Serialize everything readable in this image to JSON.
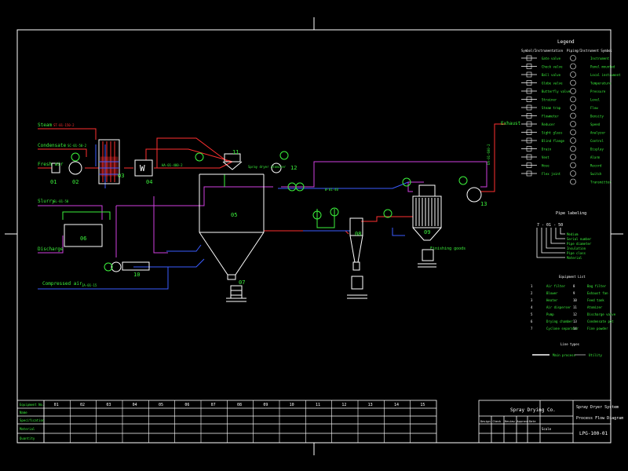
{
  "colors": {
    "background": "#000000",
    "frame": "#ffffff",
    "label_green": "#3cf23c",
    "steam_line": "#ff3030",
    "water_line": "#3a5cff",
    "process_line": "#d040e0",
    "air_line": "#ff3030",
    "equipment": "#ffffff"
  },
  "streams": {
    "steam": "Steam",
    "condensate": "Condensate",
    "fresh_air": "Fresh air",
    "slurry": "Slurry",
    "discharge": "Discharge",
    "compressed_air": "Compressed air",
    "exhaust": "Exhaust",
    "finished_goods": "Finishing goods",
    "steam_line_tag": "ST-01-150-2",
    "condensate_line_tag": "SC-01-50-2",
    "slurry_line_tag": "SL-01-50",
    "air_line_tag": "HA-01-400-2",
    "compressed_air_tag": "IA-01-15",
    "exhaust_line_tag": "EA-01-600-2",
    "water_line_tag": "W-01-40"
  },
  "equipment_tags": {
    "e01": "01",
    "e02": "02",
    "e03": "03",
    "e04": "04",
    "e05": "05",
    "e06": "06",
    "e07": "07",
    "e08": "08",
    "e09": "09",
    "e10": "10",
    "e11": "11",
    "e12": "12",
    "e13": "13",
    "weigher": "W",
    "spray_note": "Spray dryer atomizer"
  },
  "legend": {
    "title": "Legend",
    "left_header": "Symbol/Instrumentation",
    "right_header": "Piping/Instrument Symbol",
    "left_items": [
      "Gate valve",
      "Check valve",
      "Ball valve",
      "Globe valve",
      "Butterfly valve",
      "Strainer",
      "Steam trap",
      "Flowmeter",
      "Reducer",
      "Sight glass",
      "Blind flange",
      "Drain",
      "Vent",
      "Hose",
      "Flex joint"
    ],
    "right_items": [
      "Instrument",
      "Panel mounted",
      "Local instrument",
      "Temperature",
      "Pressure",
      "Level",
      "Flow",
      "Density",
      "Speed",
      "Analyzer",
      "Control",
      "Display",
      "Alarm",
      "Record",
      "Switch",
      "Transmitter"
    ]
  },
  "tag_note": {
    "title": "Pipe labeling",
    "code": "7 - 01 - 50",
    "items": [
      "Medium",
      "Serial number",
      "Pipe diameter",
      "Insulation",
      "Pipe class",
      "Material"
    ]
  },
  "equipment_list": {
    "title": "Equipment List",
    "left": [
      "Air filter",
      "Blower",
      "Heater",
      "Air disperser",
      "Pump",
      "Drying chamber",
      "Cyclone separator"
    ],
    "right": [
      "Bag filter",
      "Exhaust fan",
      "Feed tank",
      "Atomizer",
      "Discharge valve",
      "Condensate pot",
      "Fine powder"
    ]
  },
  "line_legend": {
    "title": "Line types",
    "items": [
      "Main process",
      "Utility"
    ]
  },
  "schedule": {
    "row_labels": [
      "Equipment No.",
      "Name",
      "Specification",
      "Material",
      "Quantity"
    ],
    "columns": [
      "01",
      "02",
      "03",
      "04",
      "05",
      "06",
      "07",
      "08",
      "09",
      "10",
      "11",
      "12",
      "13",
      "14",
      "15"
    ]
  },
  "title_block": {
    "company": "Spray Drying Co.",
    "drawing_title_1": "Spray Dryer System",
    "drawing_title_2": "Process Flow Diagram",
    "drawing_no": "LPG-100-01",
    "rev_labels": [
      "Design",
      "Check",
      "Review",
      "Approve",
      "Date"
    ],
    "scale_label": "Scale"
  }
}
